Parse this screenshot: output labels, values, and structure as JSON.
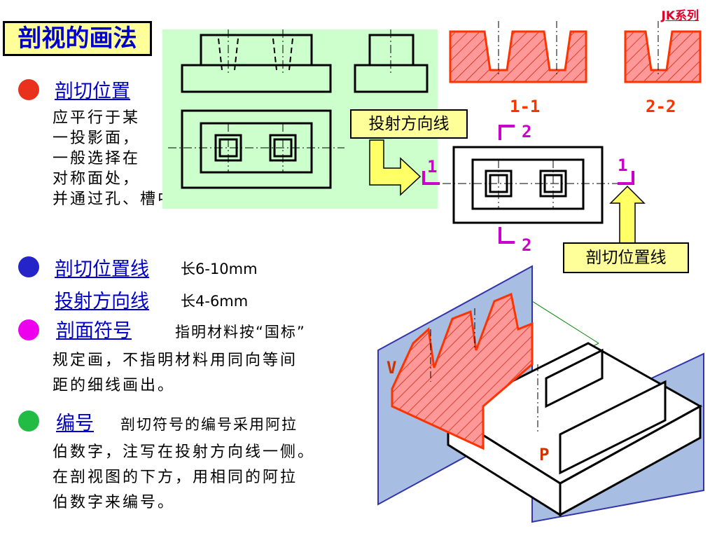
{
  "page": {
    "title": "剖视的画法",
    "brand": "JK系列"
  },
  "sections": [
    {
      "heading": "剖切位置",
      "color": "#e8321e",
      "lines": [
        "应平行于某",
        "一投影面，",
        "一般选择在",
        "对称面处，",
        "并通过孔、槽中心线。"
      ]
    },
    {
      "heading": "剖切位置线 ",
      "suffix": "长6-10mm",
      "color": "#2424c8"
    },
    {
      "heading": "投射方向线 ",
      "suffix": "长4-6mm"
    },
    {
      "heading": "剖面符号",
      "suffix": "指明材料按“国标”",
      "lines": [
        "规定画，不指明材料用同向等间",
        "距的细线画出。"
      ],
      "color": "#ee00ee"
    },
    {
      "heading": "编号",
      "suffix": "剖切符号的编号采用阿拉",
      "lines": [
        "伯数字，注写在投射方向线一侧。",
        "在剖视图的下方，用相同的阿拉",
        "伯数字来编号。"
      ],
      "color": "#22bb44"
    }
  ],
  "callouts": {
    "projection_line": "投射方向线",
    "cut_line": "剖切位置线"
  },
  "drawing_labels": {
    "section_1": "1-1",
    "section_2": "2-2",
    "mark_1": "1",
    "mark_2": "2",
    "plane_v": "V",
    "plane_p": "P"
  },
  "colors": {
    "accent_blue": "#0000cc",
    "section_red": "#ff3300",
    "hatch_fill": "#ff9999",
    "panel_green": "#ccffcc",
    "callout_yellow": "#ffff99",
    "marker_magenta": "#cc00cc"
  }
}
